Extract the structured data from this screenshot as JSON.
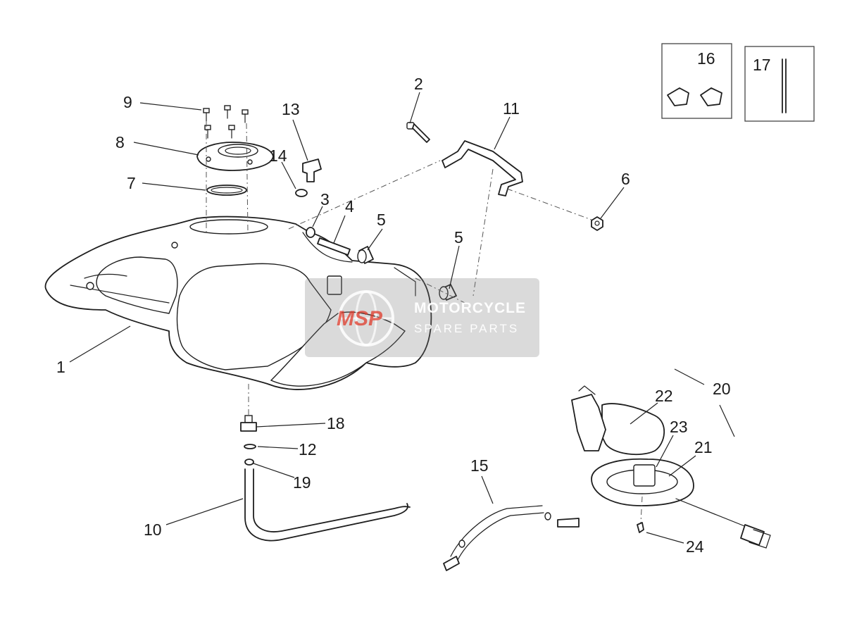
{
  "callouts": [
    {
      "id": "1",
      "label": "1"
    },
    {
      "id": "2",
      "label": "2"
    },
    {
      "id": "3",
      "label": "3"
    },
    {
      "id": "4",
      "label": "4"
    },
    {
      "id": "5a",
      "label": "5"
    },
    {
      "id": "5b",
      "label": "5"
    },
    {
      "id": "6",
      "label": "6"
    },
    {
      "id": "7",
      "label": "7"
    },
    {
      "id": "8",
      "label": "8"
    },
    {
      "id": "9",
      "label": "9"
    },
    {
      "id": "10",
      "label": "10"
    },
    {
      "id": "11",
      "label": "11"
    },
    {
      "id": "12",
      "label": "12"
    },
    {
      "id": "13",
      "label": "13"
    },
    {
      "id": "14",
      "label": "14"
    },
    {
      "id": "15",
      "label": "15"
    },
    {
      "id": "16",
      "label": "16"
    },
    {
      "id": "17",
      "label": "17"
    },
    {
      "id": "18",
      "label": "18"
    },
    {
      "id": "19",
      "label": "19"
    },
    {
      "id": "20",
      "label": "20"
    },
    {
      "id": "21",
      "label": "21"
    },
    {
      "id": "22",
      "label": "22"
    },
    {
      "id": "23",
      "label": "23"
    },
    {
      "id": "24",
      "label": "24"
    }
  ],
  "watermark": {
    "logo_text": "MSP",
    "line1": "MOTORCYCLE",
    "line2": "SPARE PARTS",
    "accent_color": "#e03a2a"
  }
}
